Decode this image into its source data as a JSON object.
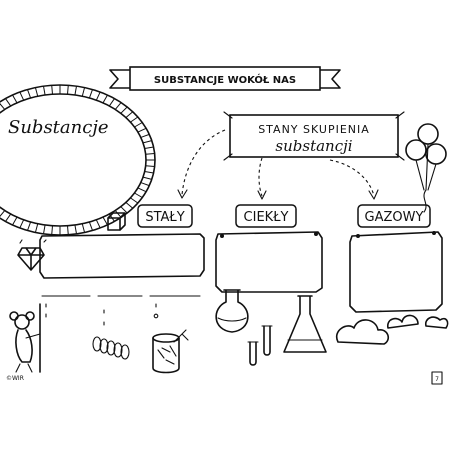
{
  "banner": {
    "title": "SUBSTANCJE WOKÓŁ NAS"
  },
  "oval": {
    "label": "Substancje"
  },
  "states": {
    "heading_line1": "STANY SKUPIENIA",
    "heading_line2": "substancji",
    "solid": "STAŁY",
    "liquid": "CIEKŁY",
    "gas": "GAZOWY"
  },
  "footer": {
    "copyright": "©WIR",
    "page_number": "7"
  },
  "icons": [
    "diamond-icon",
    "cube-icon",
    "mouse-mascot-icon",
    "spring-icon",
    "jar-icon",
    "flask-icon",
    "test-tubes-icon",
    "erlenmeyer-icon",
    "clouds-icon",
    "balloons-icon"
  ]
}
